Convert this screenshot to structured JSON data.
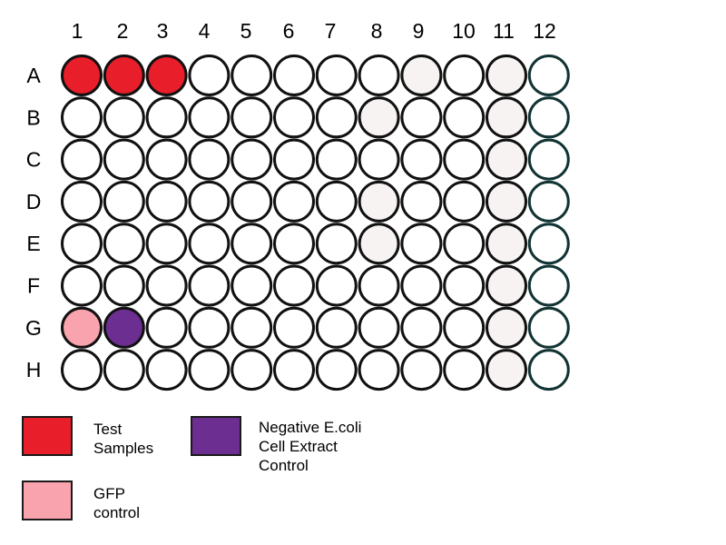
{
  "plate": {
    "columns": [
      "1",
      "2",
      "3",
      "4",
      "5",
      "6",
      "7",
      "8",
      "9",
      "10",
      "11",
      "12"
    ],
    "rows": [
      "A",
      "B",
      "C",
      "D",
      "E",
      "F",
      "G",
      "H"
    ],
    "colors": {
      "empty": "#ffffff",
      "tinted": "#f7f3f3",
      "test": "#e81e2a",
      "gfp": "#f9a3ae",
      "negative": "#6d2e91",
      "outline": "#111111",
      "outline_last_col": "#123333"
    },
    "filled_wells": [
      {
        "well": "A1",
        "type": "test"
      },
      {
        "well": "A2",
        "type": "test"
      },
      {
        "well": "A3",
        "type": "test"
      },
      {
        "well": "G1",
        "type": "gfp"
      },
      {
        "well": "G2",
        "type": "negative"
      }
    ],
    "tinted_wells": [
      "A9",
      "A11",
      "B8",
      "B11",
      "C11",
      "D8",
      "D11",
      "E8",
      "E11",
      "F11",
      "G11",
      "H11"
    ]
  },
  "legend": {
    "test_samples": {
      "lines": [
        "Test",
        "Samples"
      ],
      "color": "#e81e2a"
    },
    "gfp_control": {
      "lines": [
        "GFP",
        "control"
      ],
      "color": "#f9a3ae"
    },
    "negative_control": {
      "lines": [
        "Negative E.coli",
        "Cell Extract",
        "Control"
      ],
      "color": "#6d2e91"
    }
  }
}
